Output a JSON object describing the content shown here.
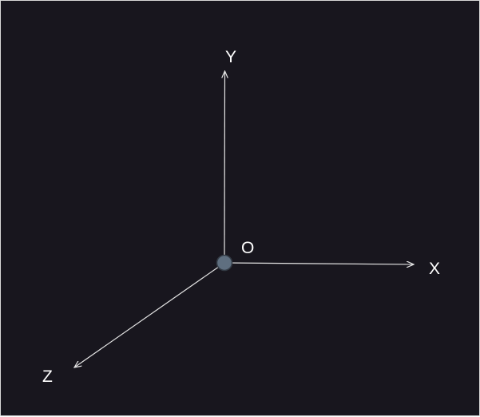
{
  "colors": {
    "background": "#18161e",
    "axis": "#e6e6e6",
    "origin_fill": "#5f6f80",
    "origin_stroke": "#333b45",
    "text": "#ffffff"
  },
  "labels": {
    "x": "X",
    "y": "Y",
    "z": "Z",
    "origin": "O"
  }
}
